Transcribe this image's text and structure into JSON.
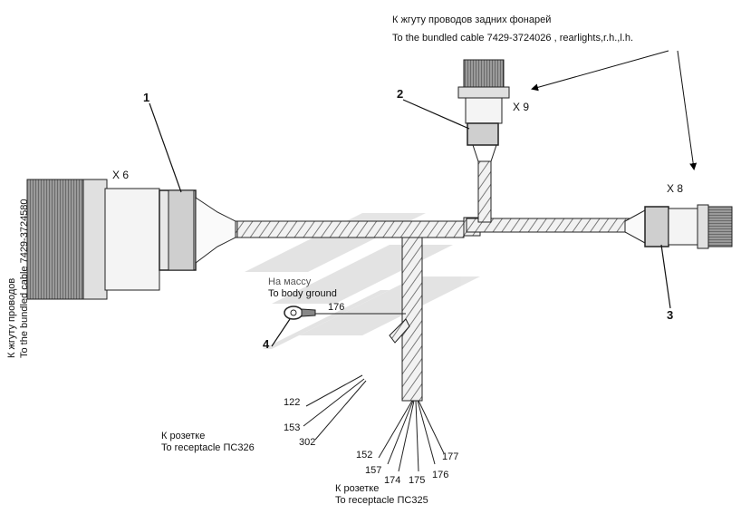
{
  "top_note": {
    "ru": "К жгуту проводов задних фонарей",
    "en": "To the bundled cable 7429-3724026 , rearlights,r.h.,l.h."
  },
  "left_note": {
    "ru": "К жгуту проводов",
    "en": "To the bundled cable 7429-3724580"
  },
  "ground_note": {
    "ru": "На массу",
    "en": "To body ground"
  },
  "receptacle_326": {
    "ru": "К розетке",
    "en": "To receptacle ПС326"
  },
  "receptacle_325": {
    "ru": "К розетке",
    "en": "To receptacle ПС325"
  },
  "connectors": {
    "x6": "X 6",
    "x9": "X 9",
    "x8": "X 8"
  },
  "callouts": {
    "c1": "1",
    "c2": "2",
    "c3": "3",
    "c4": "4"
  },
  "wires": {
    "w176_ground": "176",
    "w122": "122",
    "w153": "153",
    "w302": "302",
    "w152": "152",
    "w157": "157",
    "w174": "174",
    "w175": "175",
    "w176": "176",
    "w177": "177"
  }
}
